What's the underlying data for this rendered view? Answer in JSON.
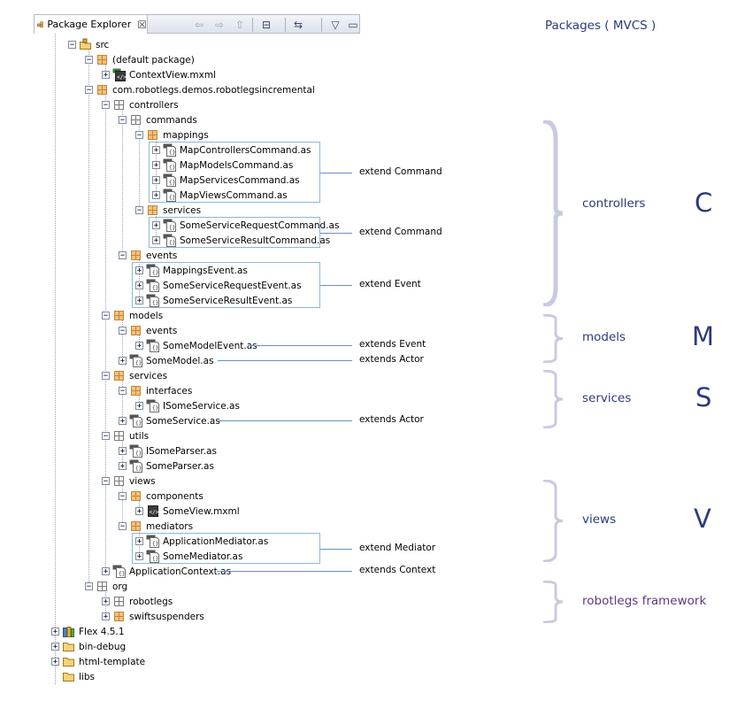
{
  "explorer": {
    "tab_title": "Package Explorer",
    "close_glyph": "☒",
    "toolbar": [
      {
        "name": "back-icon",
        "glyph": "⇦"
      },
      {
        "name": "forward-icon",
        "glyph": "⇨"
      },
      {
        "name": "up-icon",
        "glyph": "⇧"
      },
      {
        "name": "collapse-all-icon",
        "glyph": "⊟"
      },
      {
        "name": "link-with-editor-icon",
        "glyph": "⇆"
      },
      {
        "name": "view-menu-icon",
        "glyph": "▽"
      },
      {
        "name": "minimize-icon",
        "glyph": "▭"
      }
    ],
    "tree": [
      {
        "label": "src",
        "icon": "source-folder-icon",
        "level": 1,
        "toggle": "−"
      },
      {
        "label": "(default package)",
        "icon": "package-icon",
        "level": 2,
        "toggle": "−"
      },
      {
        "label": "ContextView.mxml",
        "icon": "mxml-app-file-icon",
        "level": 3,
        "toggle": "+"
      },
      {
        "label": "com.robotlegs.demos.robotlegsincremental",
        "icon": "package-icon",
        "level": 2,
        "toggle": "−"
      },
      {
        "label": "controllers",
        "icon": "empty-package-icon",
        "level": 3,
        "toggle": "−"
      },
      {
        "label": "commands",
        "icon": "empty-package-icon",
        "level": 4,
        "toggle": "−"
      },
      {
        "label": "mappings",
        "icon": "package-icon",
        "level": 5,
        "toggle": "−"
      },
      {
        "label": "MapControllersCommand.as",
        "icon": "as-file-icon",
        "level": 6,
        "toggle": "+"
      },
      {
        "label": "MapModelsCommand.as",
        "icon": "as-file-icon",
        "level": 6,
        "toggle": "+"
      },
      {
        "label": "MapServicesCommand.as",
        "icon": "as-file-icon",
        "level": 6,
        "toggle": "+"
      },
      {
        "label": "MapViewsCommand.as",
        "icon": "as-file-icon",
        "level": 6,
        "toggle": "+"
      },
      {
        "label": "services",
        "icon": "package-icon",
        "level": 5,
        "toggle": "−"
      },
      {
        "label": "SomeServiceRequestCommand.as",
        "icon": "as-file-icon",
        "level": 6,
        "toggle": "+"
      },
      {
        "label": "SomeServiceResultCommand.as",
        "icon": "as-file-icon",
        "level": 6,
        "toggle": "+"
      },
      {
        "label": "events",
        "icon": "package-icon",
        "level": 4,
        "toggle": "−"
      },
      {
        "label": "MappingsEvent.as",
        "icon": "as-file-icon",
        "level": 5,
        "toggle": "+"
      },
      {
        "label": "SomeServiceRequestEvent.as",
        "icon": "as-file-icon",
        "level": 5,
        "toggle": "+"
      },
      {
        "label": "SomeServiceResultEvent.as",
        "icon": "as-file-icon",
        "level": 5,
        "toggle": "+"
      },
      {
        "label": "models",
        "icon": "package-icon",
        "level": 3,
        "toggle": "−"
      },
      {
        "label": "events",
        "icon": "package-icon",
        "level": 4,
        "toggle": "−"
      },
      {
        "label": "SomeModelEvent.as",
        "icon": "as-file-icon",
        "level": 5,
        "toggle": "+"
      },
      {
        "label": "SomeModel.as",
        "icon": "as-file-icon",
        "level": 4,
        "toggle": "+"
      },
      {
        "label": "services",
        "icon": "package-icon",
        "level": 3,
        "toggle": "−"
      },
      {
        "label": "interfaces",
        "icon": "package-icon",
        "level": 4,
        "toggle": "−"
      },
      {
        "label": "ISomeService.as",
        "icon": "as-file-icon",
        "level": 5,
        "toggle": "+"
      },
      {
        "label": "SomeService.as",
        "icon": "as-file-icon",
        "level": 4,
        "toggle": "+"
      },
      {
        "label": "utils",
        "icon": "empty-package-icon",
        "level": 3,
        "toggle": "−"
      },
      {
        "label": "ISomeParser.as",
        "icon": "as-file-icon",
        "level": 4,
        "toggle": "+"
      },
      {
        "label": "SomeParser.as",
        "icon": "as-file-icon",
        "level": 4,
        "toggle": "+"
      },
      {
        "label": "views",
        "icon": "empty-package-icon",
        "level": 3,
        "toggle": "−"
      },
      {
        "label": "components",
        "icon": "package-icon",
        "level": 4,
        "toggle": "−"
      },
      {
        "label": "SomeView.mxml",
        "icon": "mxml-file-icon",
        "level": 5,
        "toggle": "+"
      },
      {
        "label": "mediators",
        "icon": "package-icon",
        "level": 4,
        "toggle": "−"
      },
      {
        "label": "ApplicationMediator.as",
        "icon": "as-file-icon",
        "level": 5,
        "toggle": "+"
      },
      {
        "label": "SomeMediator.as",
        "icon": "as-file-icon",
        "level": 5,
        "toggle": "+"
      },
      {
        "label": "ApplicationContext.as",
        "icon": "as-file-icon",
        "level": 3,
        "toggle": "+"
      },
      {
        "label": "org",
        "icon": "empty-package-icon",
        "level": 2,
        "toggle": "−"
      },
      {
        "label": "robotlegs",
        "icon": "empty-package-icon",
        "level": 3,
        "toggle": "+"
      },
      {
        "label": "swiftsuspenders",
        "icon": "package-icon",
        "level": 3,
        "toggle": "+"
      },
      {
        "label": "Flex 4.5.1",
        "icon": "library-icon",
        "level": 0,
        "toggle": "+"
      },
      {
        "label": "bin-debug",
        "icon": "folder-icon",
        "level": 0,
        "toggle": "+"
      },
      {
        "label": "html-template",
        "icon": "folder-icon",
        "level": 0,
        "toggle": "+"
      },
      {
        "label": "libs",
        "icon": "folder-icon",
        "level": 0,
        "toggle": ""
      }
    ]
  },
  "annotations": {
    "heading": "Packages ( MVCS )",
    "notes": [
      {
        "text": "extend Command",
        "row": 8.5
      },
      {
        "text": "extend Command",
        "row": 12.5
      },
      {
        "text": "extend Event",
        "row": 16
      },
      {
        "text": "extends Event",
        "row": 20
      },
      {
        "text": "extends Actor",
        "row": 21
      },
      {
        "text": "extends Actor",
        "row": 25
      },
      {
        "text": "extend Mediator",
        "row": 33.5
      },
      {
        "text": "extends Context",
        "row": 35
      }
    ],
    "categories": [
      {
        "label": "controllers",
        "letter": "C"
      },
      {
        "label": "models",
        "letter": "M"
      },
      {
        "label": "services",
        "letter": "S"
      },
      {
        "label": "views",
        "letter": "V"
      },
      {
        "label": "robotlegs framework",
        "letter": ""
      }
    ]
  },
  "colors": {
    "accent": "#2c3a7e",
    "brace": "#c9c9e3",
    "connector": "#6a8fc8",
    "group_box": "#8db8d8",
    "package": "#c8843c"
  }
}
